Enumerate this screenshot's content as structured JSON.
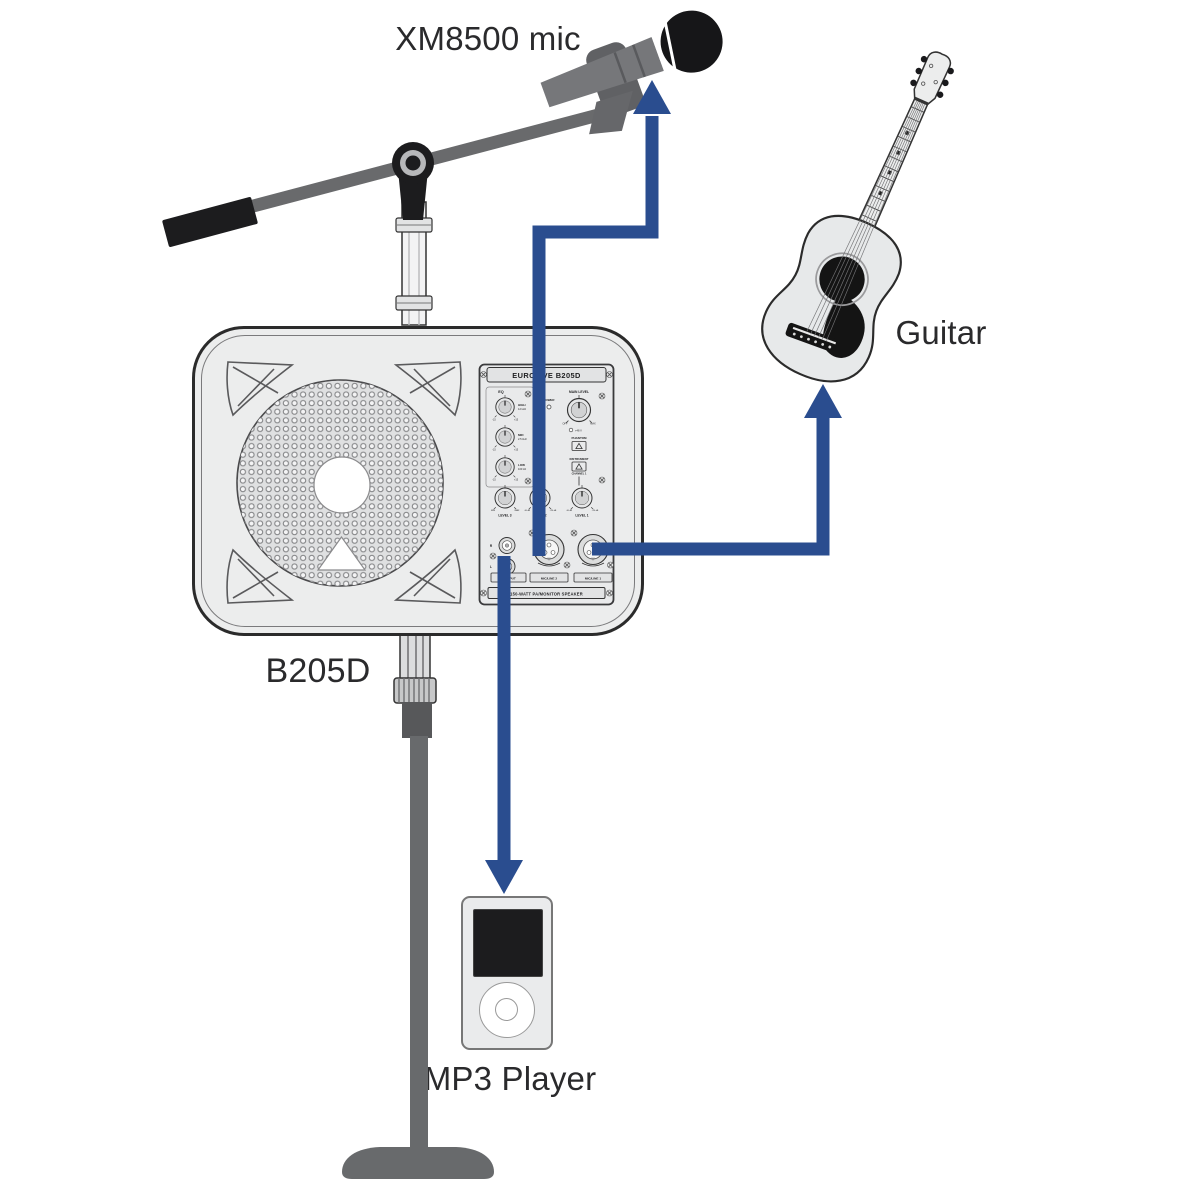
{
  "labels": {
    "mic": "XM8500 mic",
    "guitar": "Guitar",
    "speaker_model": "B205D",
    "mp3": "MP3 Player"
  },
  "panel": {
    "brand": "EUROLIVE B205D",
    "footer": "150-WATT PA/MONITOR SPEAKER",
    "eq_title": "EQ",
    "eq_knobs": [
      {
        "name": "HIGH",
        "freq": "12 kHz",
        "min": "-15",
        "max": "+15"
      },
      {
        "name": "MID",
        "freq": "2.5 kHz",
        "min": "-15",
        "max": "+15"
      },
      {
        "name": "LOW",
        "freq": "100 Hz",
        "min": "-15",
        "max": "+15"
      }
    ],
    "power_label": "POWER",
    "main_level": {
      "label": "MAIN LEVEL",
      "min": "OFF",
      "max": "MAX"
    },
    "phantom": {
      "led": "+48 V",
      "label": "PHANTOM"
    },
    "instrument": {
      "label": "INSTRUMENT",
      "channel": "CHANNEL 1"
    },
    "levels": [
      {
        "label": "LEVEL 3",
        "min": "MIN",
        "max": "MAX"
      },
      {
        "label": "LEVEL 2",
        "min": "-10 dB",
        "max": "+10 dB"
      },
      {
        "label": "LEVEL 1",
        "min": "-10 dB",
        "max": "+10 dB"
      }
    ],
    "jacks": {
      "cd_label": "CD INPUT",
      "cd_r": "R",
      "cd_l": "L",
      "mic2": "MIC/LINE 2",
      "mic1": "MIC/LINE 1"
    }
  },
  "connections": [
    {
      "from": "MIC/LINE 2",
      "to": "XM8500 mic"
    },
    {
      "from": "MIC/LINE 1",
      "to": "Guitar"
    },
    {
      "from": "CD INPUT",
      "to": "MP3 Player"
    }
  ],
  "colors": {
    "arrow": "#2a4d8f",
    "metal_gray": "#696a6c",
    "mic_body": "#76777a",
    "black": "#1b1b1d",
    "device_fill": "#eceded",
    "outline": "#2b2b2b"
  }
}
